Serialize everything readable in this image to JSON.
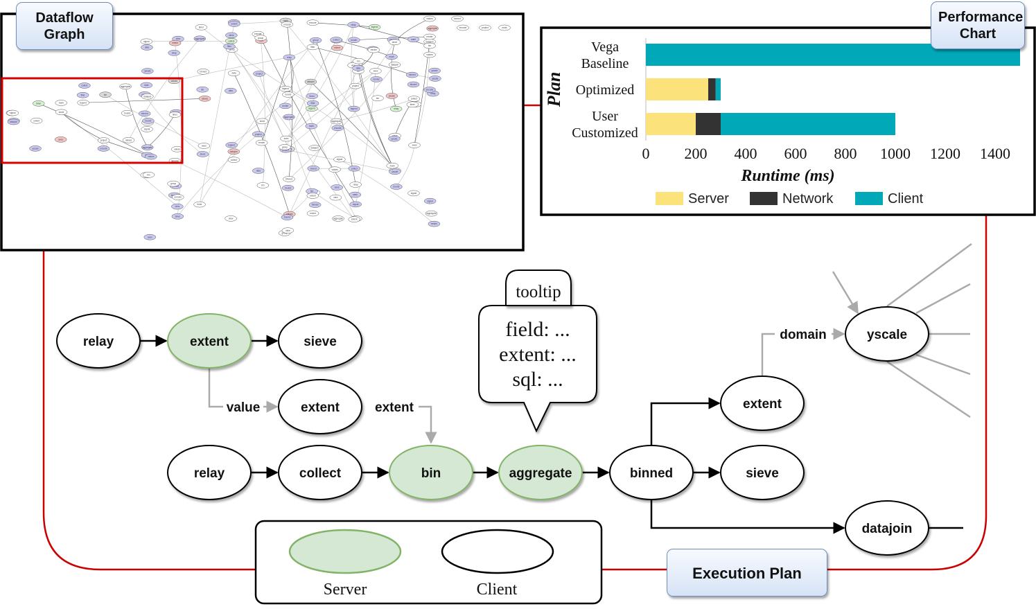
{
  "callouts": {
    "dataflow_line1": "Dataflow",
    "dataflow_line2": "Graph",
    "performance_line1": "Performance",
    "performance_line2": "Chart",
    "execution": "Execution Plan"
  },
  "legend": {
    "server": "Server",
    "client": "Client"
  },
  "colors": {
    "server_fill": "#d5e8d4",
    "server_stroke": "#82b366",
    "client_fill": "#ffffff",
    "red_outline": "#cc0000",
    "chart_server": "#fbe27a",
    "chart_network": "#333333",
    "chart_client": "#00a8b8"
  },
  "plan": {
    "nodes": {
      "relay1": "relay",
      "extent1": "extent",
      "sieve1": "sieve",
      "extent2": "extent",
      "relay2": "relay",
      "collect": "collect",
      "bin": "bin",
      "aggregate": "aggregate",
      "binned": "binned",
      "extent3": "extent",
      "sieve2": "sieve",
      "yscale": "yscale",
      "datajoin": "datajoin"
    },
    "edge_labels": {
      "value": "value",
      "extent": "extent",
      "domain": "domain"
    },
    "tooltip": {
      "title": "tooltip",
      "line1": "field: ...",
      "line2": "extent: ...",
      "line3": "sql: ..."
    }
  },
  "chart_data": {
    "type": "bar",
    "orientation": "horizontal",
    "stacked": true,
    "categories": [
      [
        "Vega",
        "Baseline"
      ],
      [
        "Optimized"
      ],
      [
        "User",
        "Customized"
      ]
    ],
    "series": [
      {
        "name": "Server",
        "values": [
          0,
          250,
          200
        ]
      },
      {
        "name": "Network",
        "values": [
          0,
          30,
          100
        ]
      },
      {
        "name": "Client",
        "values": [
          1500,
          20,
          700
        ]
      }
    ],
    "xlabel": "Runtime (ms)",
    "ylabel": "Plan",
    "xlim": [
      0,
      1500
    ],
    "xticks": [
      0,
      200,
      400,
      600,
      800,
      1000,
      1200,
      1400
    ],
    "legend_position": "bottom",
    "grid": false
  },
  "minimap": {
    "labels": [
      "relay",
      "extent",
      "sieve",
      "collect",
      "bin",
      "aggregate",
      "binned",
      "datajoin",
      "yscale",
      "mark",
      "legend",
      "encode",
      "bound",
      "render",
      "view",
      "timer",
      "axes",
      "filter",
      "project",
      "values",
      "data",
      "signal",
      "group"
    ]
  }
}
